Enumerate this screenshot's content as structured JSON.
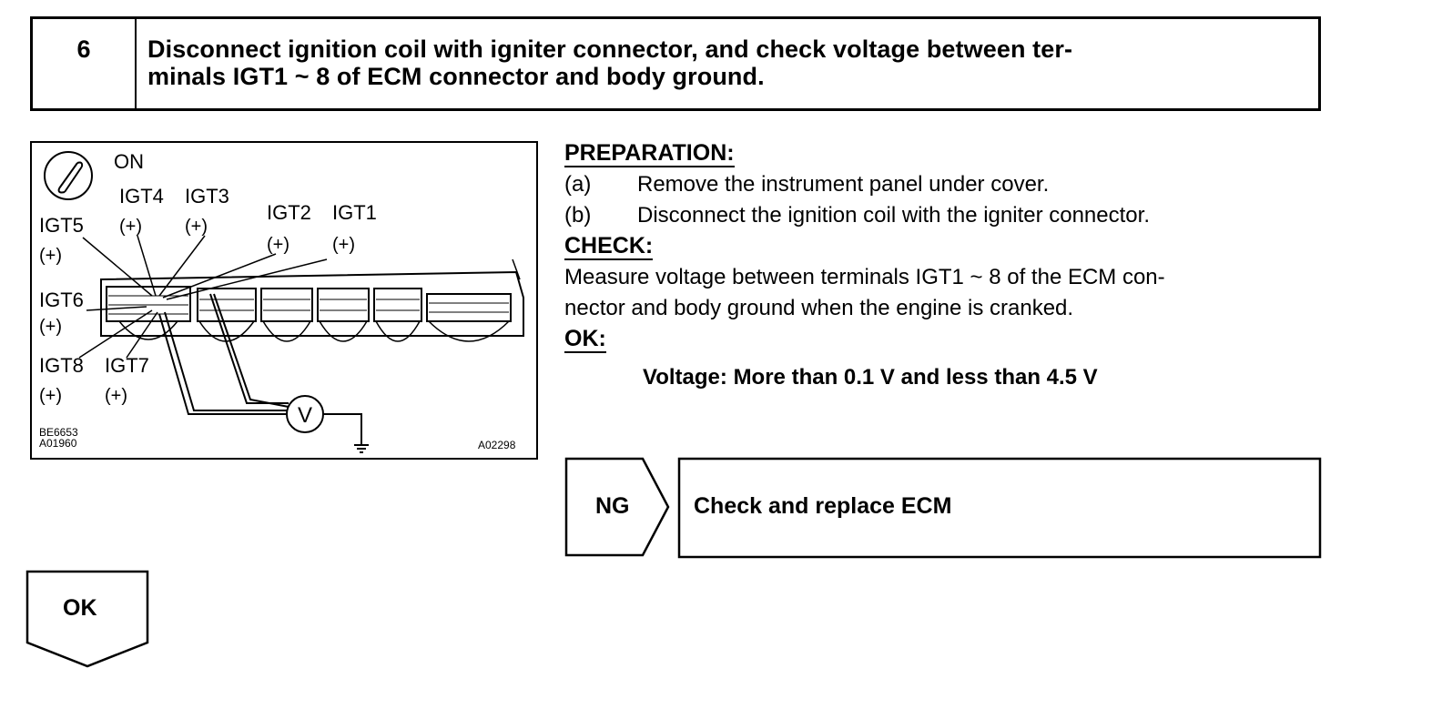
{
  "step": {
    "number": "6",
    "title_line1": "Disconnect ignition coil with igniter connector, and check voltage between ter-",
    "title_line2": "minals IGT1 ~ 8 of ECM connector and body ground."
  },
  "diagram": {
    "switch_label": "ON",
    "igt4": "IGT4",
    "igt3": "IGT3",
    "igt2": "IGT2",
    "igt1": "IGT1",
    "igt5": "IGT5",
    "igt6": "IGT6",
    "igt8": "IGT8",
    "igt7": "IGT7",
    "plus": "(+)",
    "meter": "V",
    "code_left_1": "BE6653",
    "code_left_2": "A01960",
    "code_right": "A02298"
  },
  "instructions": {
    "preparation_head": "PREPARATION:",
    "prep_a_label": "(a)",
    "prep_a_text": "Remove the instrument panel under cover.",
    "prep_b_label": "(b)",
    "prep_b_text": "Disconnect the ignition coil with the igniter connector.",
    "check_head": "CHECK:",
    "check_line1": "Measure voltage between terminals IGT1 ~ 8 of the ECM con-",
    "check_line2": "nector and body ground when the engine is cranked.",
    "ok_head": "OK:",
    "ok_value": "Voltage: More than 0.1 V and less than 4.5 V"
  },
  "ng_branch": {
    "label": "NG",
    "action": "Check and replace ECM"
  },
  "ok_branch": {
    "label": "OK"
  }
}
